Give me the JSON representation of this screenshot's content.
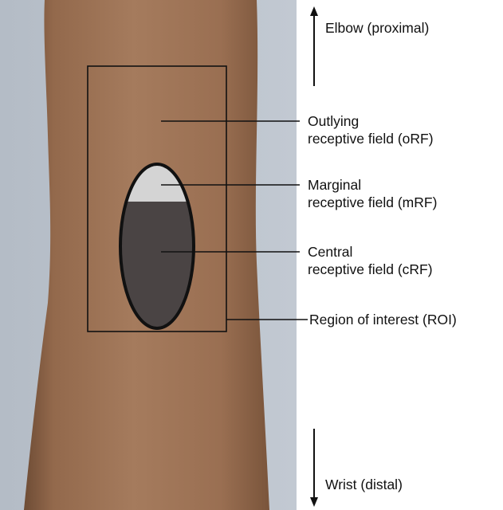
{
  "photo": {
    "subject": "forearm-photograph",
    "background_color": "#b8c0c8",
    "skin_color": "#9a7053"
  },
  "colors": {
    "ellipse_fill": "#4a4444",
    "marginal_fill": "#d4d4d4",
    "outline": "#111111"
  },
  "labels": {
    "elbow": "Elbow (proximal)",
    "outlying_line1": "Outlying",
    "outlying_line2": "receptive field (oRF)",
    "marginal_line1": "Marginal",
    "marginal_line2": "receptive field (mRF)",
    "central_line1": "Central",
    "central_line2": "receptive field (cRF)",
    "roi": "Region of interest (ROI)",
    "wrist": "Wrist (distal)"
  }
}
